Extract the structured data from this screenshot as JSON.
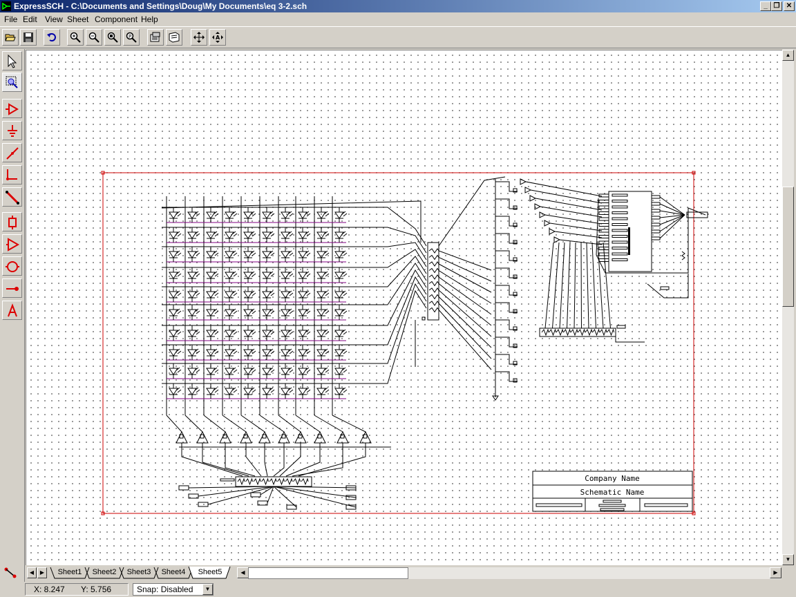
{
  "window": {
    "title": "ExpressSCH - C:\\Documents and Settings\\Doug\\My Documents\\eq 3-2.sch",
    "controls": [
      "_",
      "❐",
      "✕"
    ]
  },
  "menu": [
    "File",
    "Edit",
    "View",
    "Sheet",
    "Component",
    "Help"
  ],
  "toolbar": {
    "buttons": [
      "open-file",
      "save",
      "undo",
      "zoom-in",
      "zoom-out",
      "zoom-area",
      "zoom-fit",
      "sheet-properties",
      "title-block",
      "move",
      "move-text"
    ]
  },
  "left_tools": [
    "select",
    "zoom-select",
    "component",
    "ground",
    "wire",
    "net-label",
    "bus",
    "part-rect",
    "part-triangle",
    "part-circle",
    "pin",
    "text"
  ],
  "schematic": {
    "title_block": {
      "company": "Company Name",
      "schematic_name": "Schematic Name"
    }
  },
  "sheets": {
    "tabs": [
      "Sheet1",
      "Sheet2",
      "Sheet3",
      "Sheet4",
      "Sheet5"
    ],
    "active": "Sheet5"
  },
  "status": {
    "x": "X: 8.247",
    "y": "Y: 5.756",
    "snap_label": "Snap:",
    "snap_value": "Disabled"
  },
  "colors": {
    "title_bar_start": "#0a246a",
    "title_bar_end": "#a6caf0",
    "border_red": "#cc0000",
    "wire_black": "#000000",
    "wire_purple": "#800080"
  }
}
